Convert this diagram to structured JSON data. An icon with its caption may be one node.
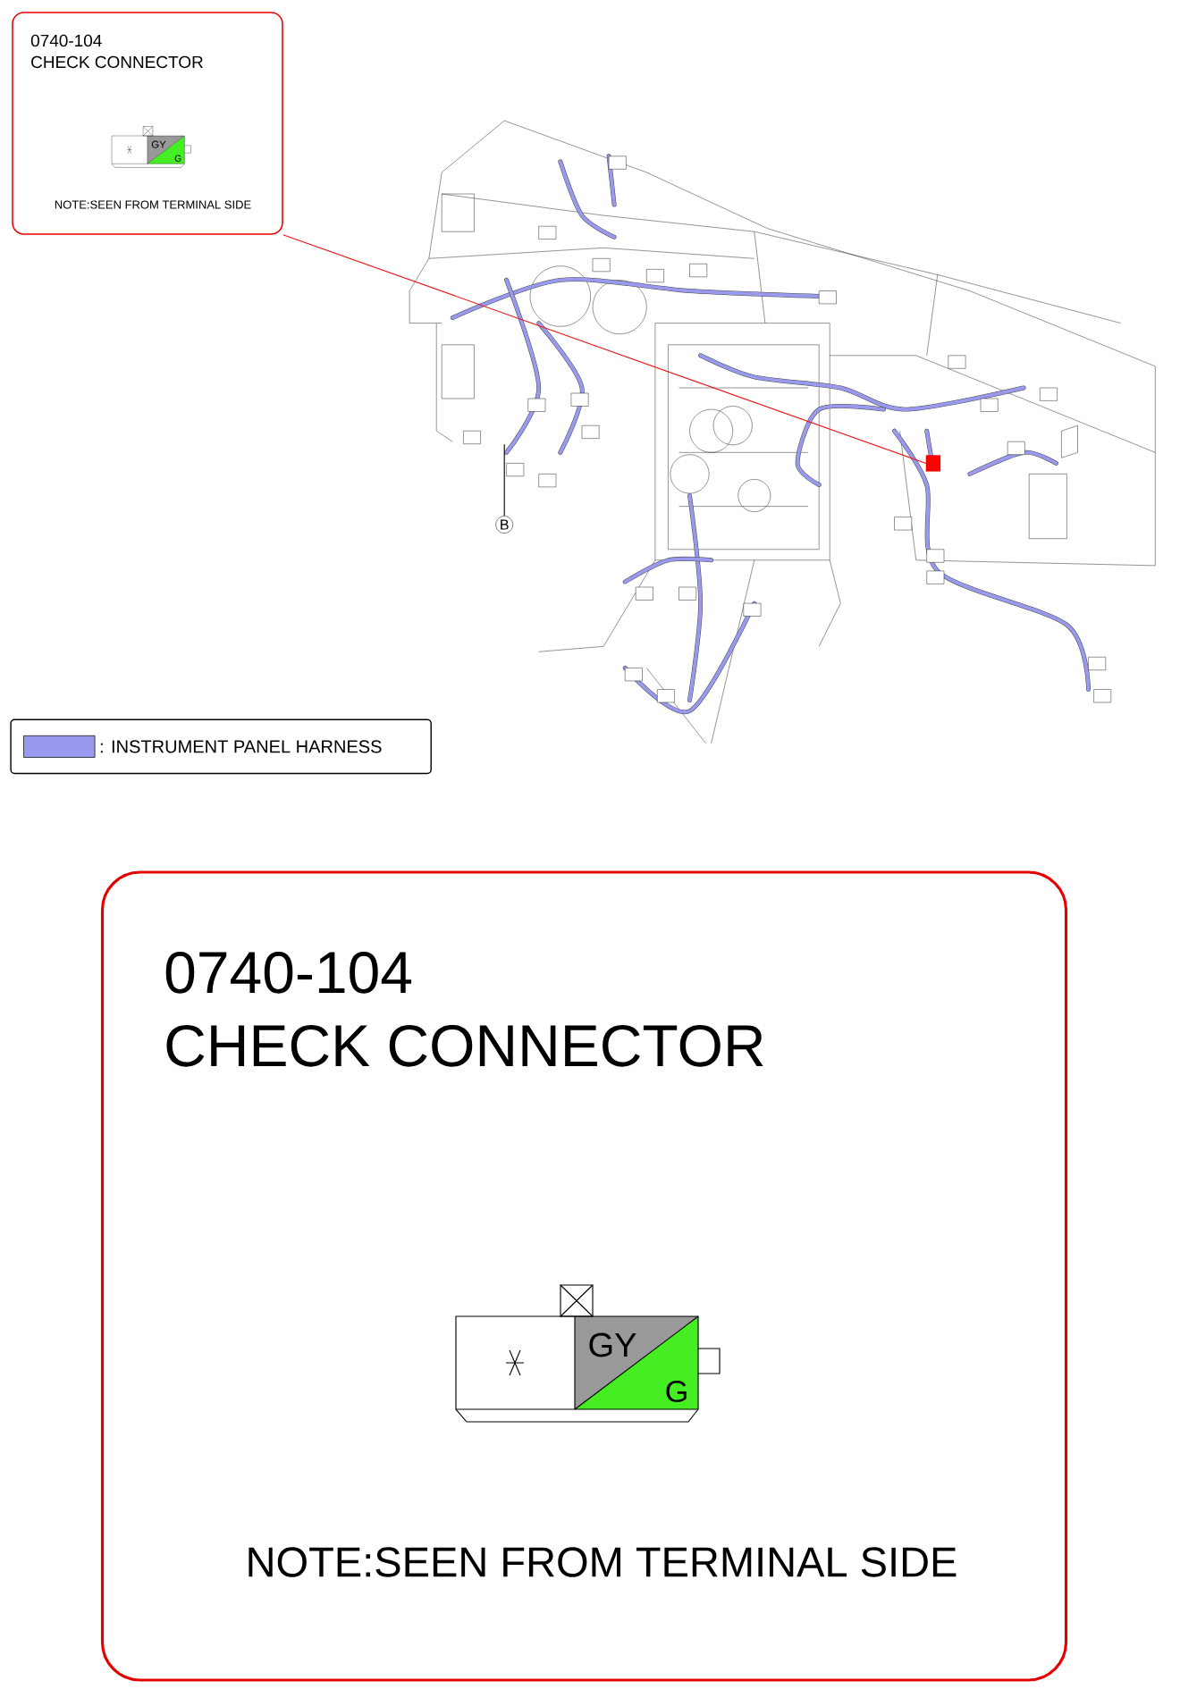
{
  "diagram": {
    "nodes": [
      {
        "text": [
          "0740-104",
          "CHECK CONNECTOR",
          "NOTE:SEEN FROM TERMINAL SIDE"
        ]
      },
      {
        "text": [],
        "shape": "box"
      },
      {
        "text": [
          "B"
        ]
      },
      {
        "text": [
          "0740-104",
          "CHECK CONNECTOR",
          "NOTE:SEEN FROM TERMINAL SIDE"
        ]
      }
    ],
    "edges": [
      {
        "from": 0,
        "to": 1,
        "arrow": "none",
        "color": "#ee1111"
      },
      {
        "from": 2,
        "to": null,
        "arrow": "none",
        "color": "#000000"
      }
    ],
    "labels": [
      "GY",
      "G",
      "GY",
      "G"
    ],
    "legend": [
      {
        "text": ": INSTRUMENT PANEL HARNESS",
        "color": "#9999ee"
      }
    ]
  }
}
